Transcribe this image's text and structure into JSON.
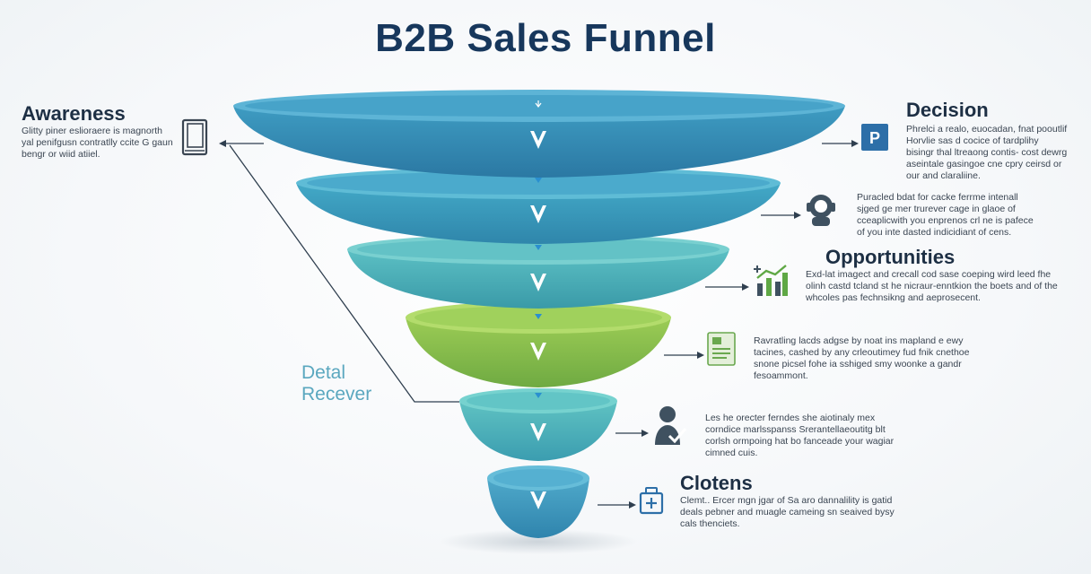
{
  "title": "B2B Sales Funnel",
  "stages": [
    {
      "name": "Awareness",
      "description": "Glitty piner eslioraere is magnorth yal penifgusn contratlly ccite G gaun bengr or wiid atiiel.",
      "icon": "book-icon",
      "color": "#3a8fb5"
    },
    {
      "name": "Decision",
      "description": "Phrelci a realo, euocadan, fnat pooutlif Horvlie sas d cocice of tardplihy bisingr thal ltreaong contis- cost dewrg aseintale gasingoe cne cpry ceirsd or our and claraliine.",
      "icon": "presentation-p-icon",
      "color": "#3e97bc"
    },
    {
      "name": "",
      "description": "Puracled bdat for cacke ferrme intenall sjged ge mer trurever cage in glaoe of cceaplicwith you enprenos crl ne is pafece of you inte dasted indicidiant of cens.",
      "icon": "support-agent-icon",
      "color": "#42a3c1"
    },
    {
      "name": "Opportunities",
      "description": "Exd-lat imagect and crecall cod sase coeping wird leed fhe olinh castd tcland st he nicraur-enntkion the boets and of the whcoles pas fechnsikng and aeprosecent.",
      "icon": "growth-chart-icon",
      "color": "#52b6bf"
    },
    {
      "name": "",
      "description": "Ravratling lacds adgse by noat ins mapland e ewy tacines, cashed by any crleoutimey fud fnik cnethoe snone picsel fohe ia sshiged smy woonke a gandr fesoammont.",
      "icon": "document-icon",
      "color": "#8dc04d"
    },
    {
      "name": "",
      "description": "Les he orecter ferndes she aiotinaly mex corndice marlsspanss Srerantellaeoutitg blt corlsh ormpoing hat bo fanceade your wagiar cimned cuis.",
      "icon": "person-check-icon",
      "color": "#48b3bd"
    },
    {
      "name": "Clotens",
      "description": "Clemt.. Ercer mgn jgar of Sa aro dannalility is gatid deals pebner and muagle cameing sn seaived bysy cals thenciets.",
      "icon": "briefcase-plus-icon",
      "color": "#3a93bd"
    }
  ],
  "side_label": "Detal\nRecever",
  "colors": {
    "title": "#17375c",
    "arrow": "#2f3f4f",
    "side_label": "#5aa7bf",
    "drop_arrow": "#2a8fd0"
  }
}
